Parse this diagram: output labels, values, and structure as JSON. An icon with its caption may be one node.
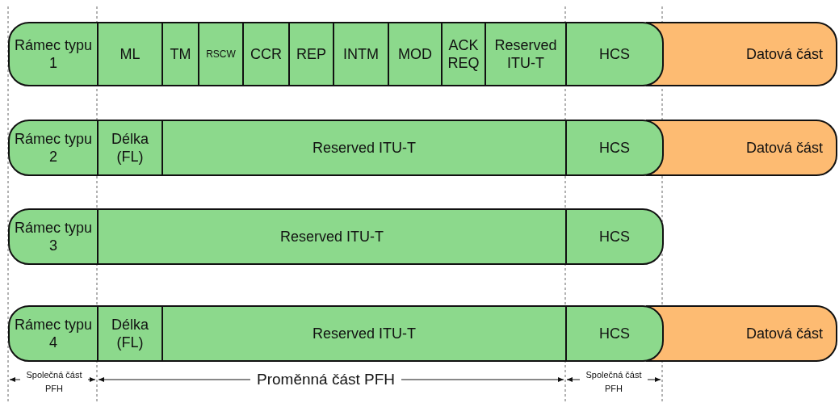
{
  "diagram": {
    "nodes": [
      {
        "text": [
          "Rámec typu 1"
        ]
      },
      {
        "text": [
          "ML"
        ]
      },
      {
        "text": [
          "TM"
        ]
      },
      {
        "text": [
          "RSCW"
        ]
      },
      {
        "text": [
          "CCR"
        ]
      },
      {
        "text": [
          "REP"
        ]
      },
      {
        "text": [
          "INTM"
        ]
      },
      {
        "text": [
          "MOD"
        ]
      },
      {
        "text": [
          "ACK REQ"
        ]
      },
      {
        "text": [
          "Reserved ITU-T"
        ]
      },
      {
        "text": [
          "HCS"
        ]
      },
      {
        "text": [
          "Datová část"
        ]
      },
      {
        "text": [
          "Rámec typu 2"
        ]
      },
      {
        "text": [
          "Délka (FL)"
        ]
      },
      {
        "text": [
          "Reserved ITU-T"
        ]
      },
      {
        "text": [
          "HCS"
        ]
      },
      {
        "text": [
          "Datová část"
        ]
      },
      {
        "text": [
          "Rámec typu 3"
        ]
      },
      {
        "text": [
          "Reserved ITU-T"
        ]
      },
      {
        "text": [
          "HCS"
        ]
      },
      {
        "text": [
          "Rámec typu 4"
        ]
      },
      {
        "text": [
          "Délka (FL)"
        ]
      },
      {
        "text": [
          "Reserved ITU-T"
        ]
      },
      {
        "text": [
          "HCS"
        ]
      },
      {
        "text": [
          "Datová část"
        ]
      }
    ],
    "labels": [
      "Společná část PFH",
      "Proměnná část PFH",
      "Společná část PFH"
    ]
  }
}
